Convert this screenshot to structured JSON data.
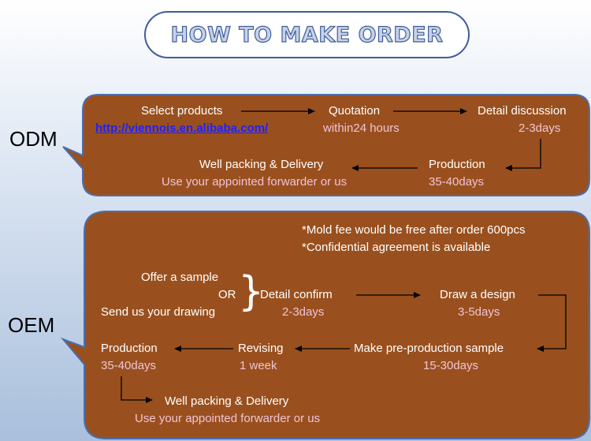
{
  "title": "HOW TO MAKE ORDER",
  "odm": {
    "label": "ODM",
    "select_products": "Select products",
    "url": "http://viennois.en.alibaba.com/",
    "quotation": "Quotation",
    "quotation_time": "within24  hours",
    "detail_discussion": "Detail discussion",
    "detail_discussion_time": "2-3days",
    "production": "Production",
    "production_time": "35-40days",
    "packing": "Well packing & Delivery",
    "forwarder": "Use your appointed forwarder or us"
  },
  "oem": {
    "label": "OEM",
    "note1": "*Mold fee would be free after order 600pcs",
    "note2": "*Confidential agreement is available",
    "offer_sample": "Offer a sample",
    "or": "OR",
    "send_drawing": "Send us your drawing",
    "detail_confirm": "Detail confirm",
    "detail_confirm_time": "2-3days",
    "draw_design": "Draw a design",
    "draw_design_time": "3-5days",
    "production": "Production",
    "production_time": "35-40days",
    "revising": "Revising",
    "revising_time": "1 week",
    "preproduction": "Make pre-production sample",
    "preproduction_time": "15-30days",
    "packing": "Well packing & Delivery",
    "forwarder": "Use your appointed forwarder or us"
  },
  "colors": {
    "panel": "#99501e",
    "panel_border": "#4b6eaf",
    "accent_text": "#f0c3d6",
    "link": "#1f1fff"
  }
}
